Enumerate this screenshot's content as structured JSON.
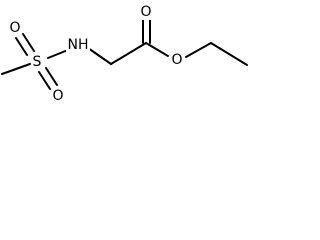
{
  "molecule": {
    "atoms": {
      "s": "S",
      "o_top": "O",
      "o_bottom": "O",
      "nh": "NH",
      "o_carbonyl": "O",
      "o_ester": "O"
    }
  }
}
